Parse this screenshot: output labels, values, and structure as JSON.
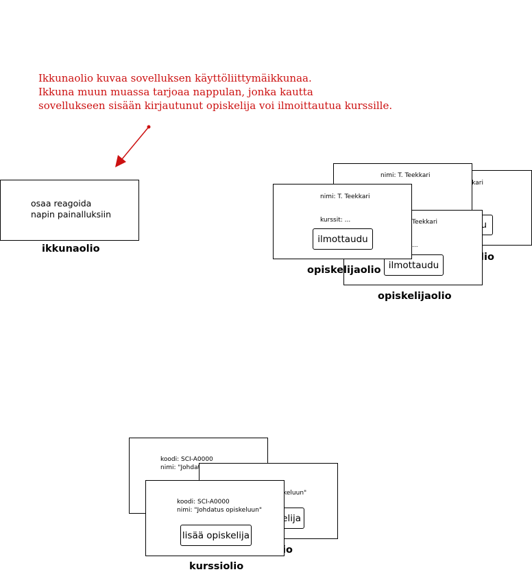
{
  "annotation": {
    "lines": [
      "Ikkunaolio kuvaa sovelluksen käyttöliittymäikkunaa.",
      "Ikkuna muun muassa tarjoaa nappulan, jonka kautta",
      "sovellukseen sisään kirjautunut opiskelija voi ilmoittautua kurssille."
    ],
    "color": "#cc1111"
  },
  "window_object": {
    "text_line1": "osaa reagoida",
    "text_line2": "napin painalluksiin",
    "caption": "ikkunaolio"
  },
  "student_objects": {
    "back": {
      "name": "nimi: T. Teekkari",
      "name_fragment": "kkari",
      "button_fragment": "u",
      "caption_fragment": "lio"
    },
    "middle": {
      "name_fragment": "Teekkari",
      "courses_fragment": "...",
      "button": "ilmottaudu",
      "caption": "opiskelijaolio"
    },
    "front": {
      "name": "nimi: T. Teekkari",
      "courses": "kurssit: ...",
      "button": "ilmottaudu",
      "caption": "opiskelijaolio"
    }
  },
  "course_objects": {
    "back": {
      "code": "koodi:  SCI-A0000",
      "name_fragment": "nimi: \"Johdatus"
    },
    "middle": {
      "name_fragment": "keluun\"",
      "button_fragment": "elija",
      "caption_fragment": "io"
    },
    "front": {
      "code": "koodi:  SCI-A0000",
      "name": "nimi: \"Johdatus opiskeluun\"",
      "button": "lisää opiskelija",
      "caption": "kurssiolio"
    }
  }
}
